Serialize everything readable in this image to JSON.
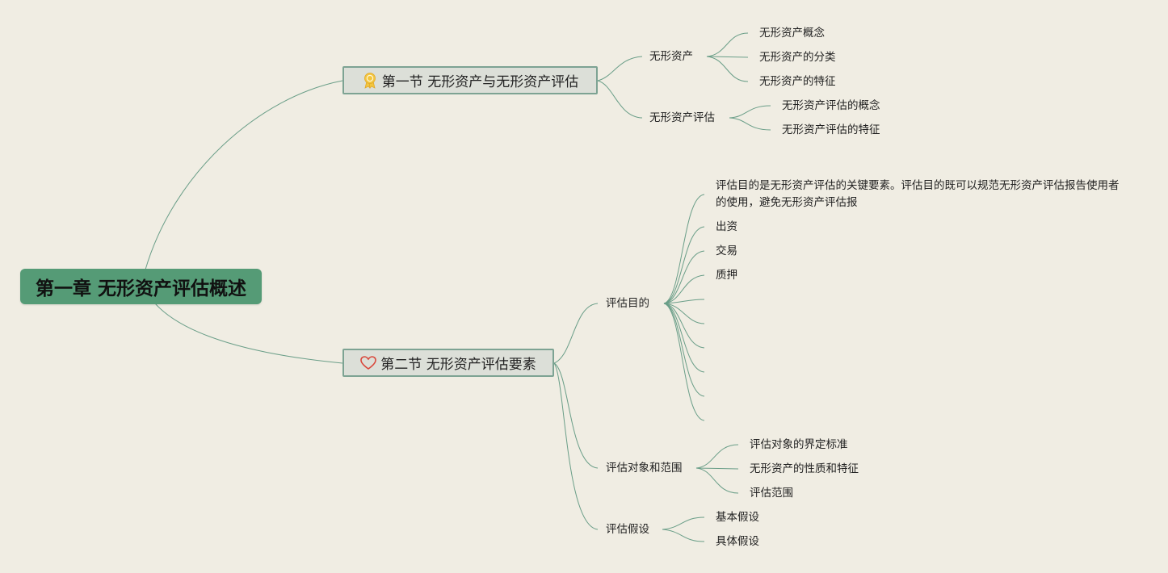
{
  "colors": {
    "background": "#f0ede3",
    "root_fill": "#559b76",
    "section_fill": "#dcdfd8",
    "section_border": "#7da393",
    "line": "#6a9e88"
  },
  "root": {
    "title": "第一章 无形资产评估概述"
  },
  "sections": [
    {
      "title": "第一节 无形资产与无形资产评估",
      "icon": "award-ribbon-icon",
      "topics": [
        {
          "label": "无形资产",
          "children": [
            "无形资产概念",
            "无形资产的分类",
            "无形资产的特征"
          ]
        },
        {
          "label": "无形资产评估",
          "children": [
            "无形资产评估的概念",
            "无形资产评估的特征"
          ]
        }
      ]
    },
    {
      "title": "第二节 无形资产评估要素",
      "icon": "heart-icon",
      "topics": [
        {
          "label": "评估目的",
          "children": [
            "评估目的是无形资产评估的关键要素。评估目的既可以规范无形资产评估报告使用者的使用，避免无形资产评估报",
            "出资",
            "交易",
            "质押",
            "",
            "",
            "",
            "",
            "",
            ""
          ]
        },
        {
          "label": "评估对象和范围",
          "children": [
            "评估对象的界定标准",
            "无形资产的性质和特征",
            "评估范围"
          ]
        },
        {
          "label": "评估假设",
          "children": [
            "基本假设",
            "具体假设"
          ]
        }
      ]
    }
  ]
}
